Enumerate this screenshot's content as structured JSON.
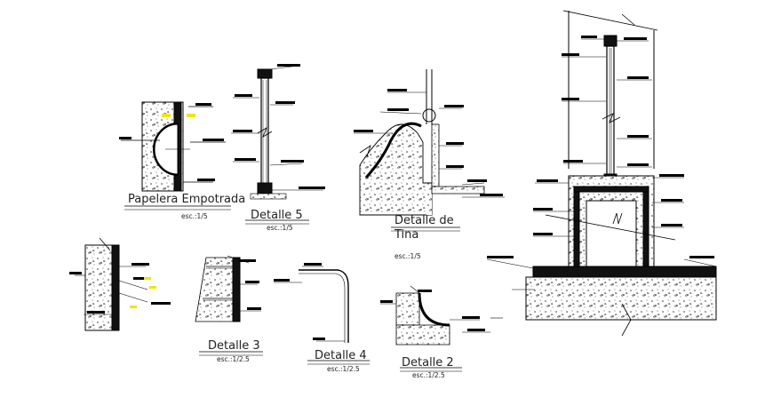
{
  "details": [
    {
      "title": "Papelera Empotrada",
      "scale": "esc.:1/5"
    },
    {
      "title": "Detalle 5",
      "scale": "esc.:1/5"
    },
    {
      "title_line1": "Detalle de",
      "title_line2": "Tina",
      "scale": "esc.:1/5"
    },
    {
      "title": "Detalle 3",
      "scale": "esc.:1/2.5"
    },
    {
      "title": "Detalle 4",
      "scale": "esc.:1/2.5"
    },
    {
      "title": "Detalle 2",
      "scale": "esc.:1/2.5"
    }
  ],
  "colors": {
    "line": "#000000",
    "highlight": "#f2e600",
    "background": "#ffffff"
  }
}
